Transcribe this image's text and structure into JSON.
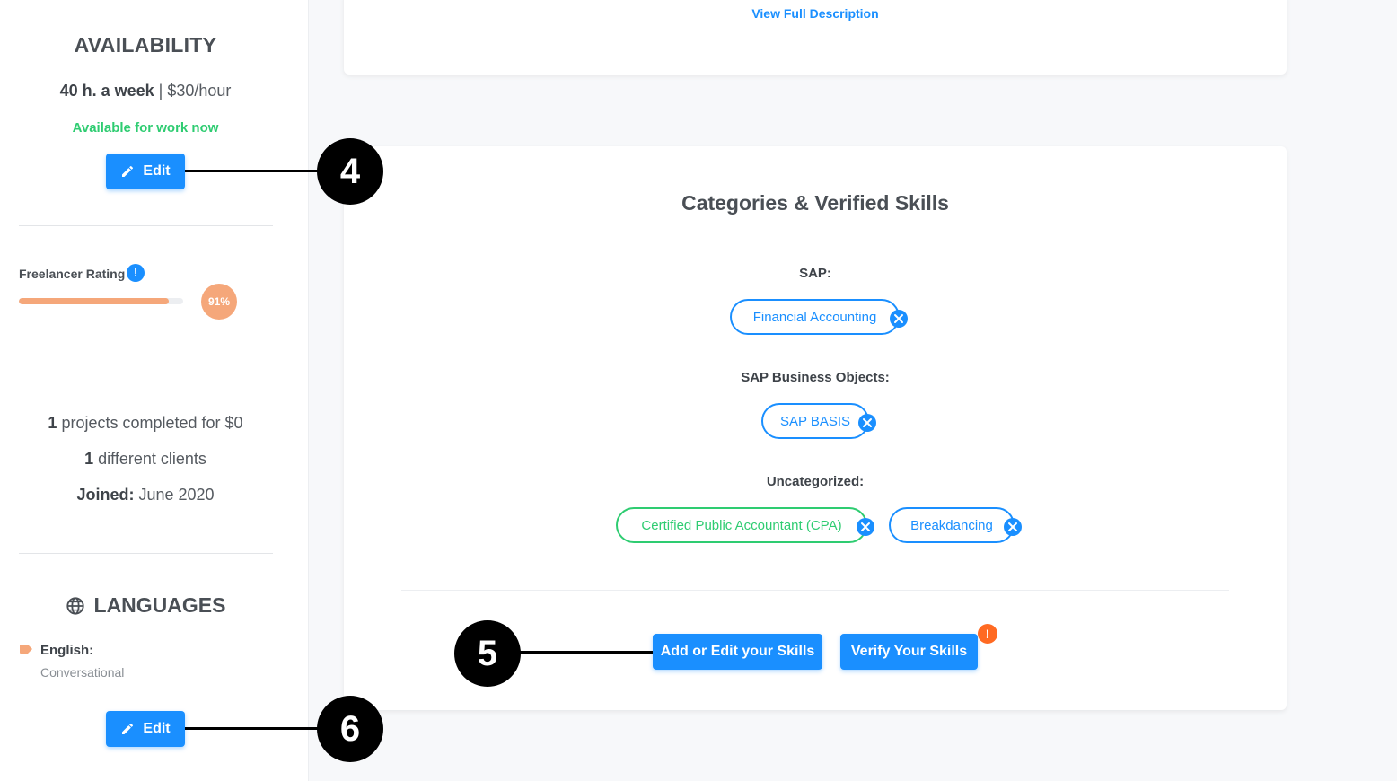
{
  "sidebar": {
    "availability": {
      "title": "AVAILABILITY",
      "hours": "40 h. a week",
      "separator": "|",
      "rate": "$30/hour",
      "status": "Available for work now",
      "edit_label": "Edit"
    },
    "rating": {
      "label": "Freelancer Rating",
      "info": "!",
      "percent": 91,
      "percent_label": "91%"
    },
    "stats": {
      "projects_count": "1",
      "projects_text": "projects completed for $0",
      "clients_count": "1",
      "clients_text": "different clients",
      "joined_label": "Joined:",
      "joined_value": "June 2020"
    },
    "languages": {
      "title": "LANGUAGES",
      "items": [
        {
          "name": "English:",
          "level": "Conversational"
        }
      ],
      "edit_label": "Edit"
    }
  },
  "description_card": {
    "link": "View Full Description"
  },
  "skills_card": {
    "title": "Categories & Verified Skills",
    "categories": [
      {
        "label": "SAP:",
        "skills": [
          {
            "name": "Financial Accounting",
            "verified": false
          }
        ]
      },
      {
        "label": "SAP Business Objects:",
        "skills": [
          {
            "name": "SAP BASIS",
            "verified": false
          }
        ]
      },
      {
        "label": "Uncategorized:",
        "skills": [
          {
            "name": "Certified Public Accountant (CPA)",
            "verified": true
          },
          {
            "name": "Breakdancing",
            "verified": false
          }
        ]
      }
    ],
    "add_edit_label": "Add or Edit your Skills",
    "verify_label": "Verify Your Skills",
    "alert": "!"
  },
  "callouts": [
    "4",
    "5",
    "6"
  ],
  "colors": {
    "primary": "#1a8fff",
    "success": "#2ecc71",
    "rating": "#f5a77a",
    "alert": "#ff6a22"
  },
  "icons": [
    "pencil-icon",
    "info-icon",
    "globe-icon",
    "tag-icon",
    "close-icon",
    "alert-icon"
  ]
}
